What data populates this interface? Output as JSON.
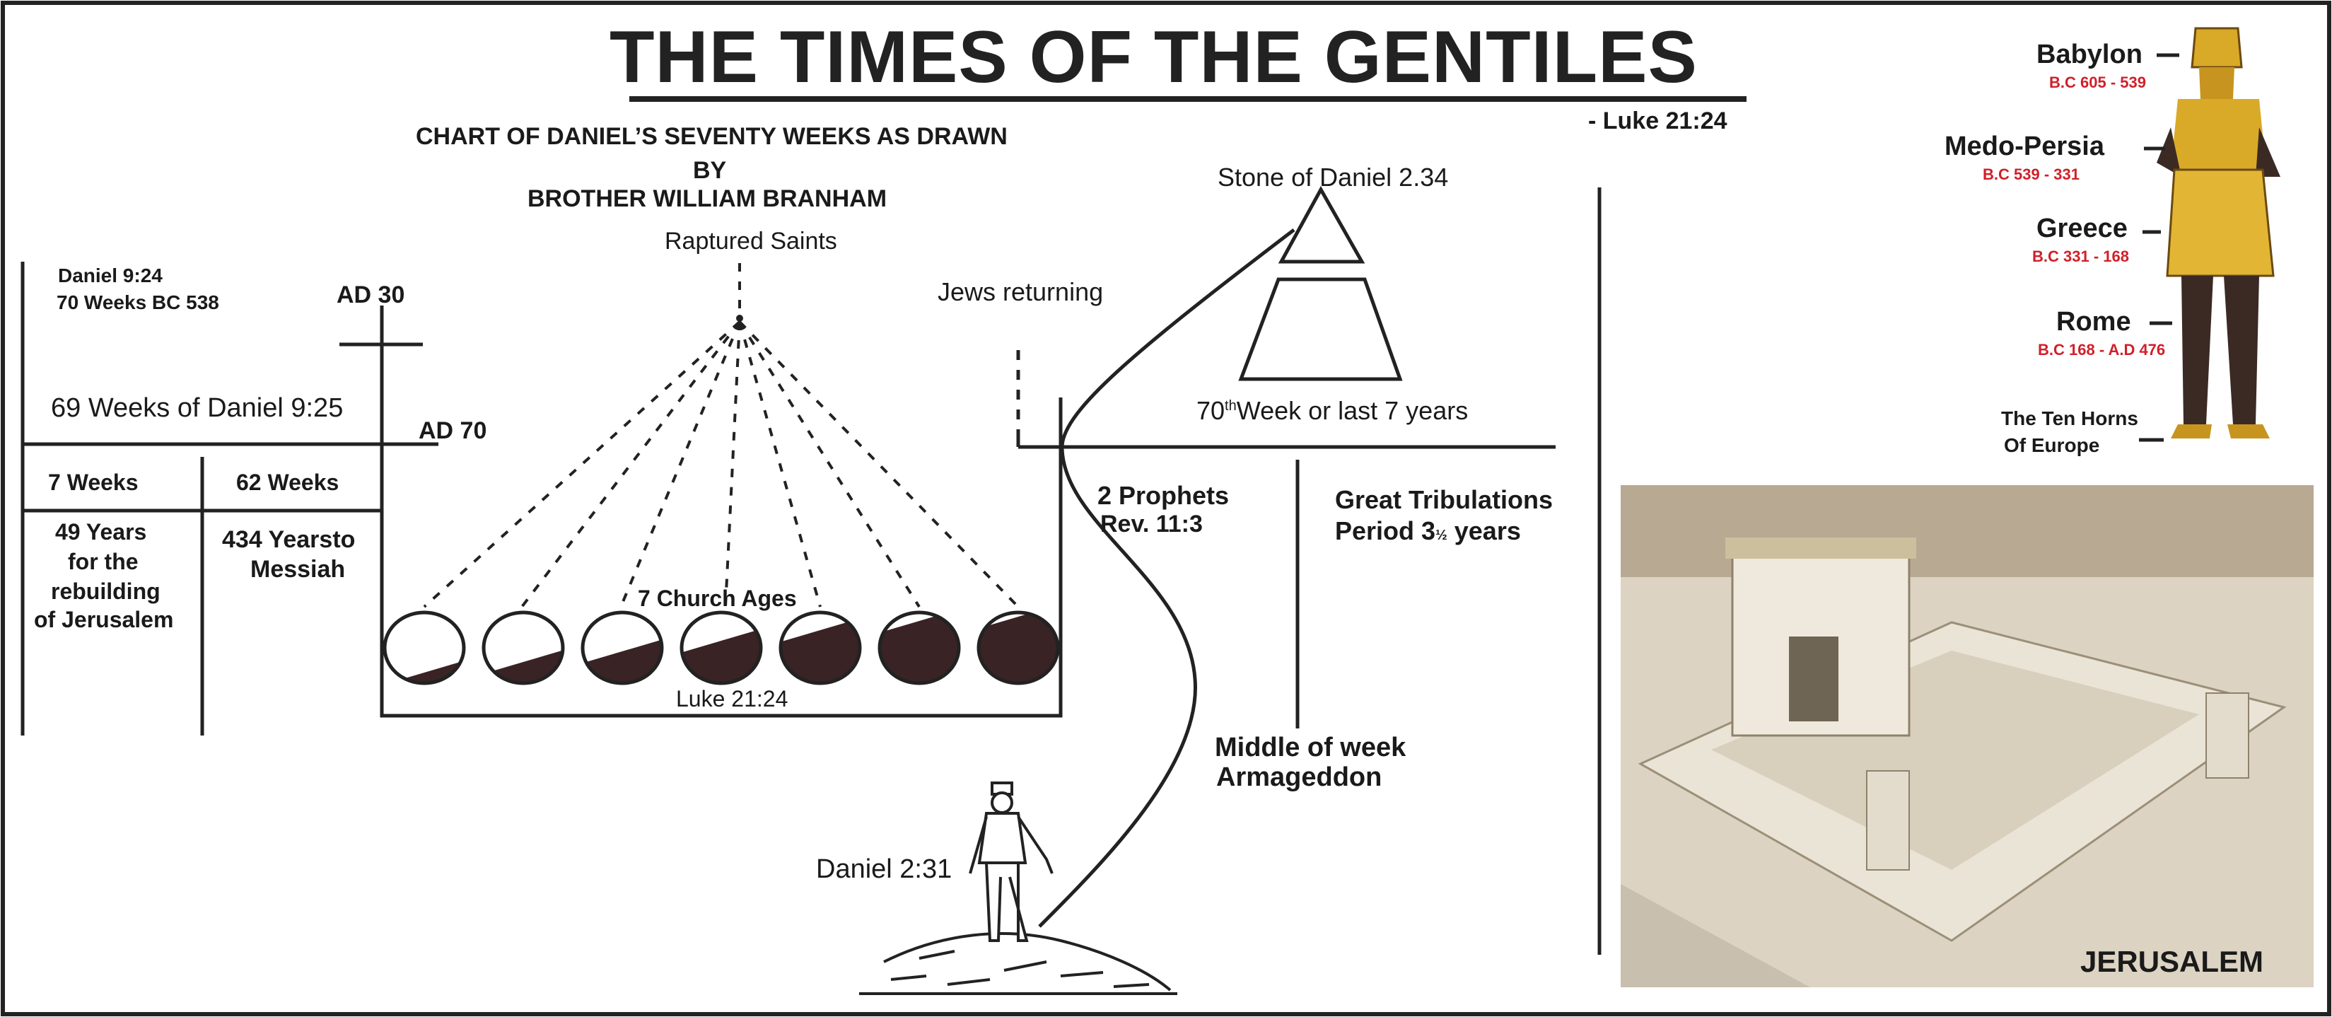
{
  "title": "THE TIMES OF THE GENTILES",
  "title_reference": "- Luke 21:24",
  "chart_caption": {
    "line1": "CHART OF DANIEL’S SEVENTY WEEKS AS DRAWN",
    "line2": "BY",
    "line3": "BROTHER WILLIAM BRANHAM"
  },
  "timeline": {
    "daniel_ref": "Daniel 9:24",
    "seventy_weeks": "70 Weeks BC 538",
    "ad30": "AD 30",
    "ad70": "AD 70",
    "sixty_nine_weeks": "69 Weeks of Daniel 9:25",
    "seven_weeks": "7 Weeks",
    "sixty_two_weeks": "62 Weeks",
    "forty_nine_years": [
      "49 Years",
      "for the",
      "rebuilding",
      "of Jerusalem"
    ],
    "messiah_years": [
      "434 Yearsto",
      "Messiah"
    ]
  },
  "church": {
    "raptured": "Raptured Saints",
    "ages_label": "7 Church Ages",
    "luke_ref": "Luke 21:24",
    "age_count": 7,
    "moon_fill_levels": [
      0.15,
      0.3,
      0.45,
      0.6,
      0.75,
      0.88,
      0.94
    ]
  },
  "seventieth": {
    "jews_returning": "Jews returning",
    "stone": "Stone of Daniel 2.34",
    "week_prefix": "70",
    "week_sup": "th",
    "week_suffix": "Week or last 7 years",
    "prophets": [
      "2 Prophets",
      "Rev. 11:3"
    ],
    "tribulation_line1": "Great Tribulations",
    "tribulation_prefix": "Period 3",
    "tribulation_frac": "½",
    "tribulation_suffix": " years",
    "middle": [
      "Middle of week",
      "Armageddon"
    ],
    "daniel_231": "Daniel 2:31"
  },
  "empires": [
    {
      "name": "Babylon",
      "dates": "B.C 605 - 539"
    },
    {
      "name": "Medo-Persia",
      "dates": "B.C 539 - 331"
    },
    {
      "name": "Greece",
      "dates": "B.C 331 - 168"
    },
    {
      "name": "Rome",
      "dates": "B.C 168 - A.D 476"
    }
  ],
  "ten_horns": [
    "The Ten Horns",
    "Of  Europe"
  ],
  "photo_label": "JERUSALEM",
  "colors": {
    "ink": "#1a1a1a",
    "date_red": "#d0202a",
    "moon_dark": "#3a2325",
    "statue_gold": "#d9a928",
    "statue_skin": "#3b2a24",
    "stone_light": "#e8e1d4"
  }
}
